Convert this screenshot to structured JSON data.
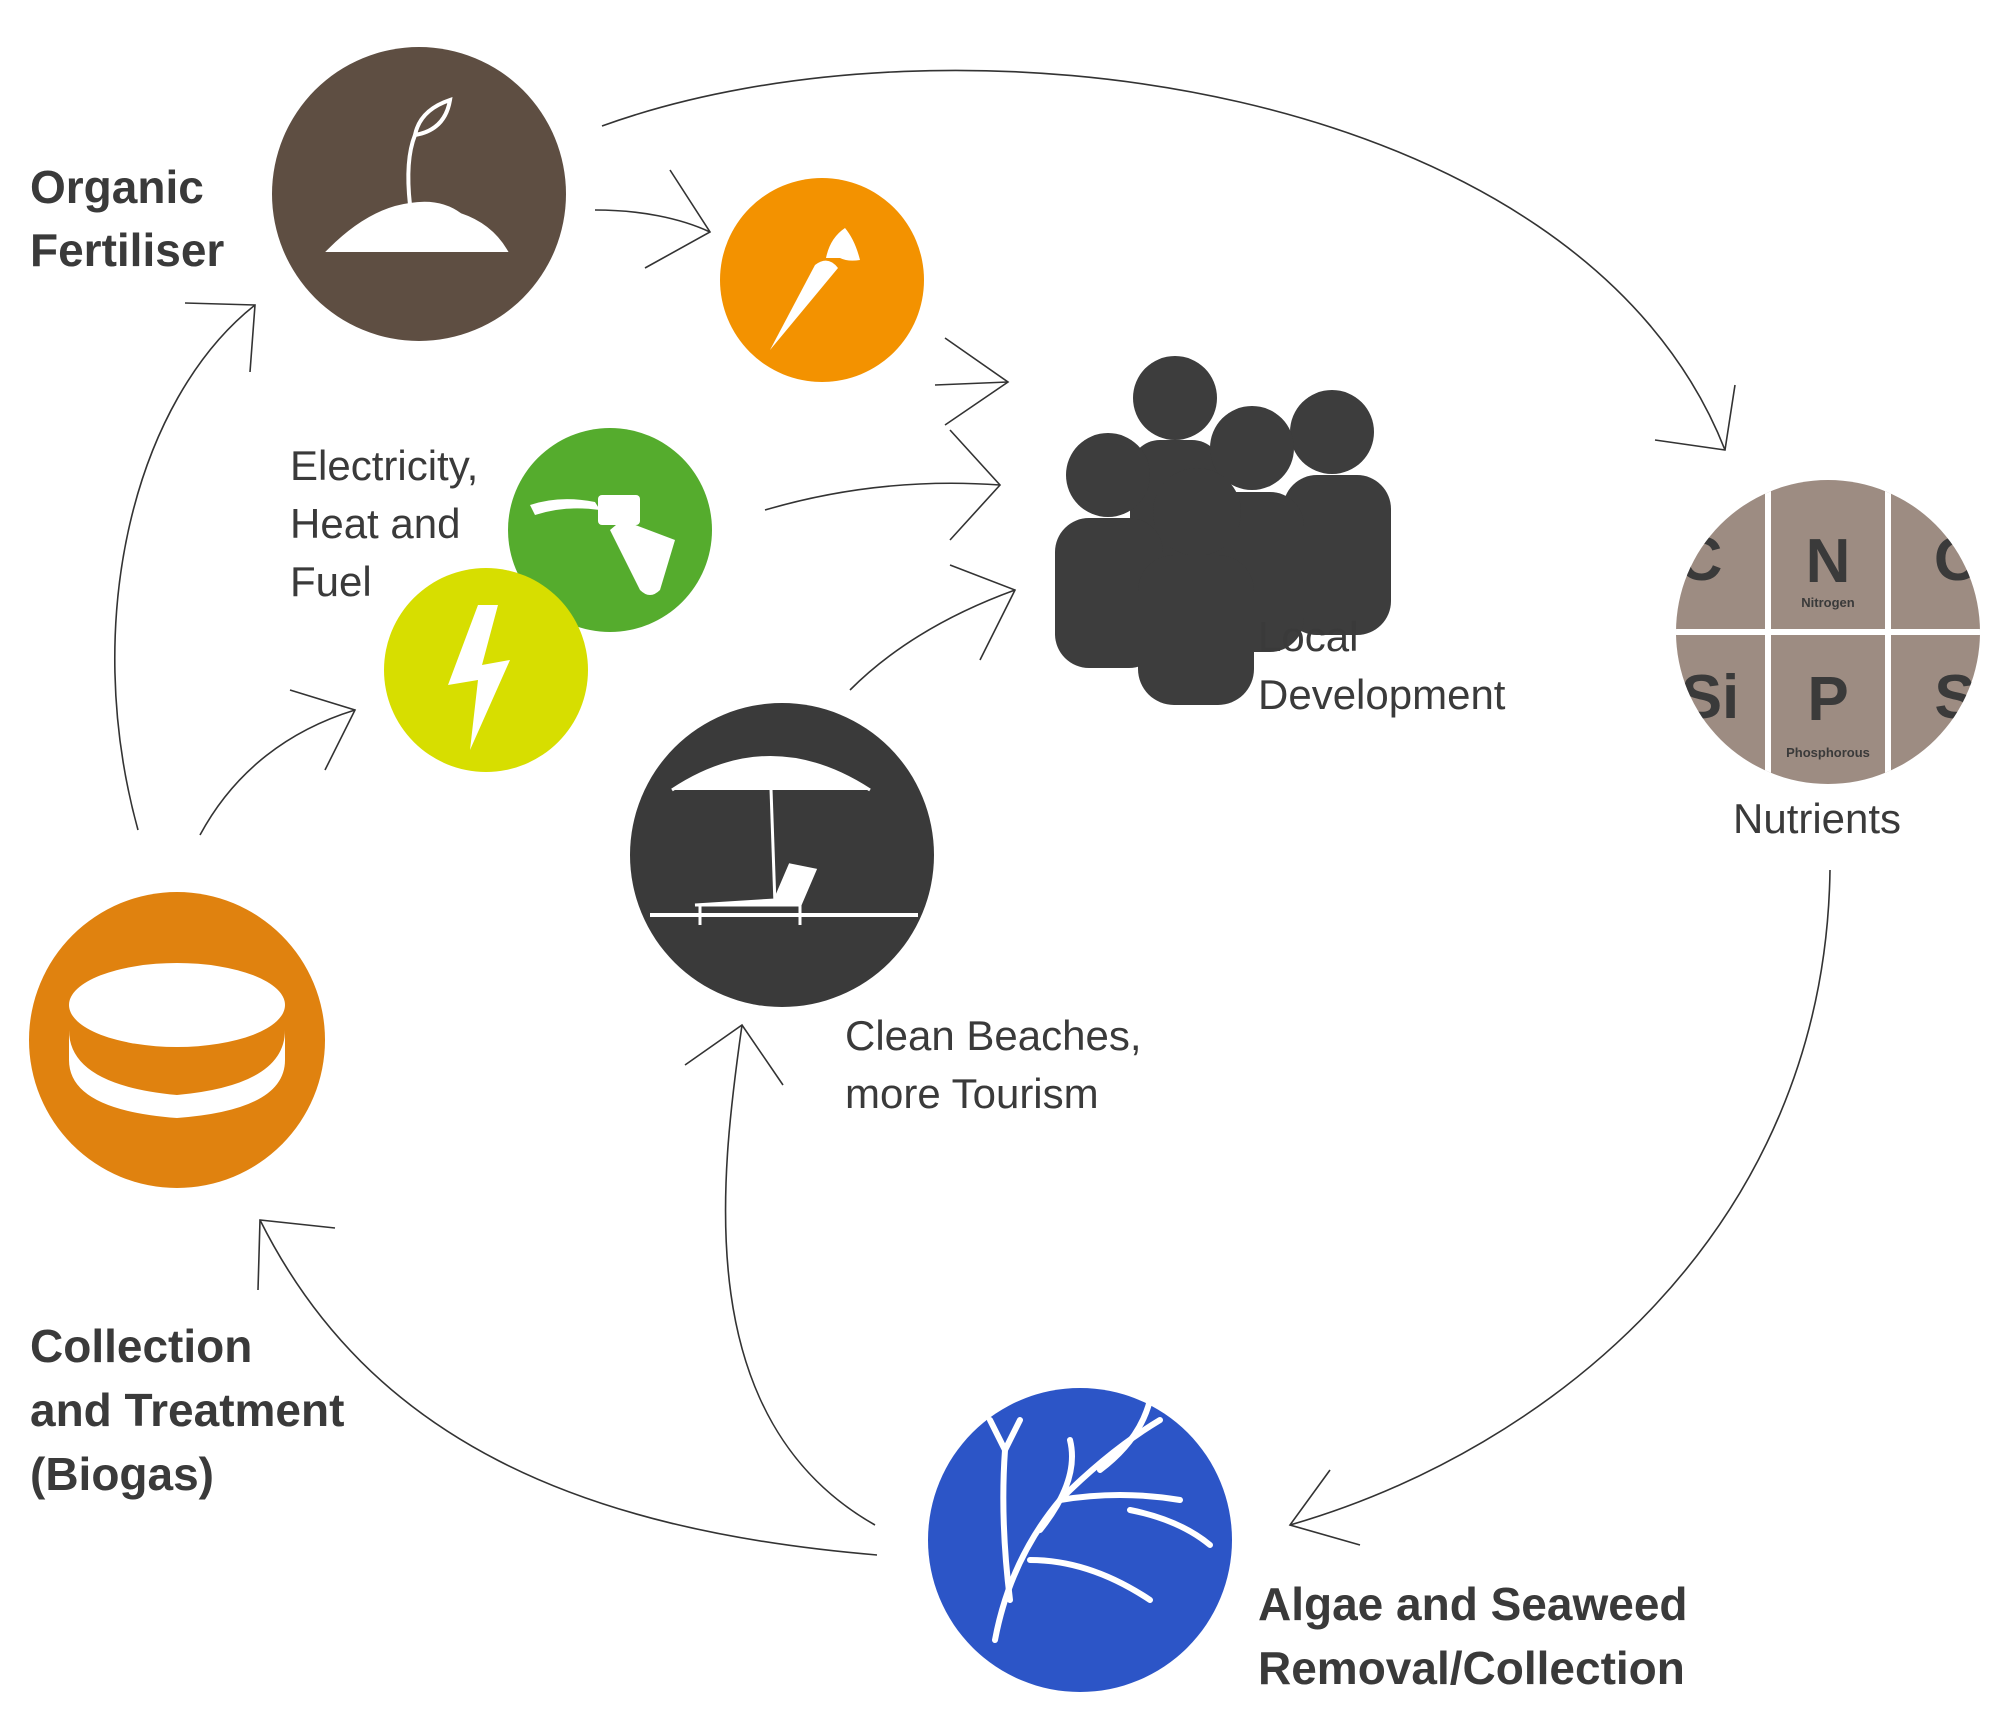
{
  "labels": {
    "organic_fertiliser": [
      "Organic",
      "Fertiliser"
    ],
    "electricity": [
      "Electricity,",
      "Heat and",
      "Fuel"
    ],
    "local_development": [
      "Local",
      "Development"
    ],
    "nutrients": "Nutrients",
    "clean_beaches": [
      "Clean Beaches,",
      "more Tourism"
    ],
    "collection": [
      "Collection",
      "and Treatment",
      "(Biogas)"
    ],
    "algae": [
      "Algae and Seaweed",
      "Removal/Collection"
    ]
  },
  "nutrient_tiles": {
    "n_symbol": "N",
    "n_name": "Nitrogen",
    "p_symbol": "P",
    "p_name": "Phosphorous",
    "partial_left_top": "C",
    "partial_right_top": "O",
    "partial_left_bottom": "Si",
    "partial_right_bottom": "S"
  },
  "colors": {
    "fertiliser": "#5e4e42",
    "carrot": "#f39200",
    "fuel": "#55ac2d",
    "electricity": "#d7de00",
    "people": "#3d3d3d",
    "nutrients": "#9d8c82",
    "beach": "#3a3a3a",
    "biogas": "#e0820f",
    "algae": "#2c55c7"
  },
  "icons": {
    "fertiliser": "sprout-soil-icon",
    "carrot": "carrot-icon",
    "fuel": "fuel-nozzle-icon",
    "electricity": "lightning-bolt-icon",
    "people": "people-group-icon",
    "nutrients": "periodic-table-icon",
    "beach": "beach-umbrella-icon",
    "biogas": "biogas-tank-icon",
    "algae": "seaweed-icon"
  }
}
